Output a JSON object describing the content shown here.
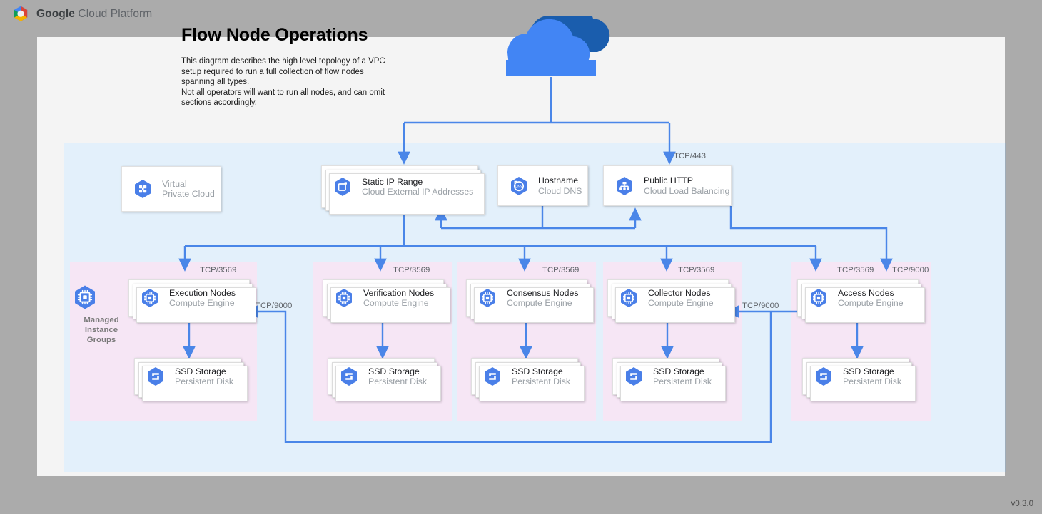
{
  "brand": {
    "logo_icon": "google-cloud-hexagon-logo",
    "word_bold": "Google",
    "word_rest": " Cloud Platform"
  },
  "header": {
    "title": "Flow Node Operations",
    "description_lines": [
      "This diagram describes the high level topology of a VPC setup required to run a full collection of flow nodes spanning all types.",
      "Not all operators will want to run all nodes, and can omit sections accordingly."
    ]
  },
  "internet": {
    "icon": "cloud-icon",
    "color_front": "#4285f4",
    "color_back": "#1a5dad"
  },
  "top_services": [
    {
      "id": "virtual-private-cloud",
      "title": "Virtual",
      "subtitle": "Private Cloud",
      "icon": "vpc-icon",
      "muted": true,
      "stacked": false
    },
    {
      "id": "static-ip-range",
      "title": "Static IP Range",
      "subtitle": "Cloud External IP Addresses",
      "icon": "external-ip-icon",
      "muted": false,
      "stacked": true
    },
    {
      "id": "hostname",
      "title": "Hostname",
      "subtitle": "Cloud DNS",
      "icon": "cloud-dns-icon",
      "muted": false,
      "stacked": false
    },
    {
      "id": "public-http",
      "title": "Public HTTP",
      "subtitle": "Cloud Load Balancing",
      "icon": "load-balancing-icon",
      "muted": false,
      "stacked": false
    }
  ],
  "managed_instance_groups": {
    "icon": "compute-engine-icon",
    "label": "Managed\nInstance\nGroups",
    "label_lines": [
      "Managed",
      "Instance",
      "Groups"
    ]
  },
  "node_groups": [
    {
      "id": "execution",
      "node": {
        "title": "Execution Nodes",
        "subtitle": "Compute Engine",
        "icon": "compute-engine-icon"
      },
      "storage": {
        "title": "SSD Storage",
        "subtitle": "Persistent Disk",
        "icon": "persistent-disk-icon"
      },
      "inbound_port": "TCP/3569"
    },
    {
      "id": "verification",
      "node": {
        "title": "Verification Nodes",
        "subtitle": "Compute Engine",
        "icon": "compute-engine-icon"
      },
      "storage": {
        "title": "SSD Storage",
        "subtitle": "Persistent Disk",
        "icon": "persistent-disk-icon"
      },
      "inbound_port": "TCP/3569"
    },
    {
      "id": "consensus",
      "node": {
        "title": "Consensus Nodes",
        "subtitle": "Compute Engine",
        "icon": "compute-engine-icon"
      },
      "storage": {
        "title": "SSD Storage",
        "subtitle": "Persistent Disk",
        "icon": "persistent-disk-icon"
      },
      "inbound_port": "TCP/3569"
    },
    {
      "id": "collector",
      "node": {
        "title": "Collector Nodes",
        "subtitle": "Compute Engine",
        "icon": "compute-engine-icon"
      },
      "storage": {
        "title": "SSD Storage",
        "subtitle": "Persistent Disk",
        "icon": "persistent-disk-icon"
      },
      "inbound_port": "TCP/3569"
    },
    {
      "id": "access",
      "node": {
        "title": "Access Nodes",
        "subtitle": "Compute Engine",
        "icon": "compute-engine-icon"
      },
      "storage": {
        "title": "SSD Storage",
        "subtitle": "Persistent Disk",
        "icon": "persistent-disk-icon"
      },
      "inbound_port": "TCP/3569",
      "inbound_port_2": "TCP/9000"
    }
  ],
  "port_labels": {
    "https": "TCP/443",
    "node_api": "TCP/3569",
    "access_api": "TCP/9000"
  },
  "connections": [
    {
      "from": "internet",
      "to": "static-ip-range",
      "label": ""
    },
    {
      "from": "internet",
      "to": "public-http",
      "label": "TCP/443"
    },
    {
      "from": "hostname",
      "to": "static-ip-range",
      "label": ""
    },
    {
      "from": "hostname",
      "to": "public-http",
      "label": ""
    },
    {
      "from": "static-ip-range",
      "to": "execution",
      "label": "TCP/3569"
    },
    {
      "from": "static-ip-range",
      "to": "verification",
      "label": "TCP/3569"
    },
    {
      "from": "static-ip-range",
      "to": "consensus",
      "label": "TCP/3569"
    },
    {
      "from": "static-ip-range",
      "to": "collector",
      "label": "TCP/3569"
    },
    {
      "from": "static-ip-range",
      "to": "access",
      "label": "TCP/3569"
    },
    {
      "from": "public-http",
      "to": "access",
      "label": "TCP/9000"
    },
    {
      "from": "access",
      "to": "collector",
      "label": "TCP/9000"
    },
    {
      "from": "access",
      "to": "execution",
      "label": "TCP/9000"
    }
  ],
  "footer": {
    "version": "v0.3.0"
  },
  "colors": {
    "canvas": "#f4f4f4",
    "page_bg": "#ababab",
    "vpc_panel": "#e3f0fb",
    "node_group": "#f6e6f5",
    "wire": "#4a86e8",
    "gcp_blue": "#4285f4"
  }
}
